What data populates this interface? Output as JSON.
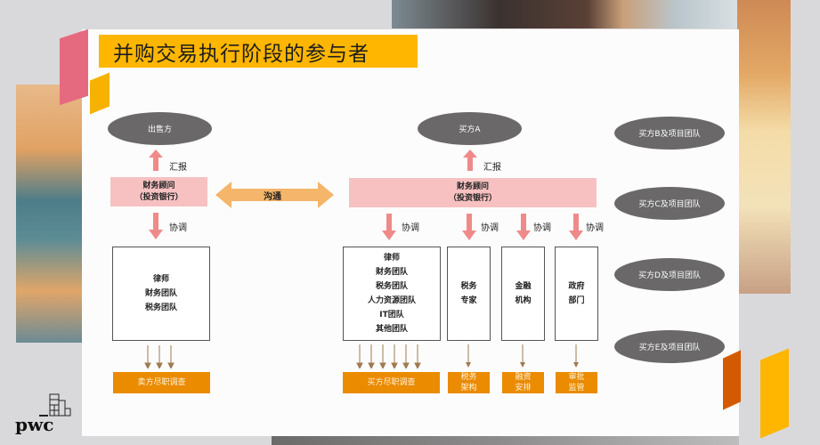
{
  "title": "并购交易执行阶段的参与者",
  "seller": {
    "oval": "出售方",
    "report_label": "汇报",
    "advisor": [
      "财务顾问",
      "（投资银行）"
    ],
    "coordinate_label": "协调",
    "team_box": [
      "律师",
      "财务团队",
      "税务团队"
    ],
    "output": "卖方尽职调查"
  },
  "communicate_label": "沟通",
  "buyer": {
    "oval": "买方A",
    "report_label": "汇报",
    "advisor": [
      "财务顾问",
      "（投资银行）"
    ],
    "coordinate_labels": [
      "协调",
      "协调",
      "协调",
      "协调"
    ],
    "team_box": [
      "律师",
      "财务团队",
      "税务团队",
      "人力资源团队",
      "IT团队",
      "其他团队"
    ],
    "tax_box": [
      "税务",
      "专家"
    ],
    "finance_box": [
      "金融",
      "机构"
    ],
    "gov_box": [
      "政府",
      "部门"
    ],
    "outputs": {
      "due_diligence": "买方尽职调查",
      "tax": [
        "税务",
        "架构"
      ],
      "finance": [
        "融资",
        "安排"
      ],
      "gov": [
        "审批",
        "监管"
      ]
    }
  },
  "other_buyers": [
    "买方B及项目团队",
    "买方C及项目团队",
    "买方D及项目团队",
    "买方E及项目团队"
  ],
  "logo": "pwc",
  "colors": {
    "title_bg": "#ffb600",
    "oval": "#6a6868",
    "advisor_bg": "#f7c1c1",
    "arrow_pink": "#ef8a8a",
    "arrow_orange": "#f5b56a",
    "output_bg": "#ea8b00"
  }
}
